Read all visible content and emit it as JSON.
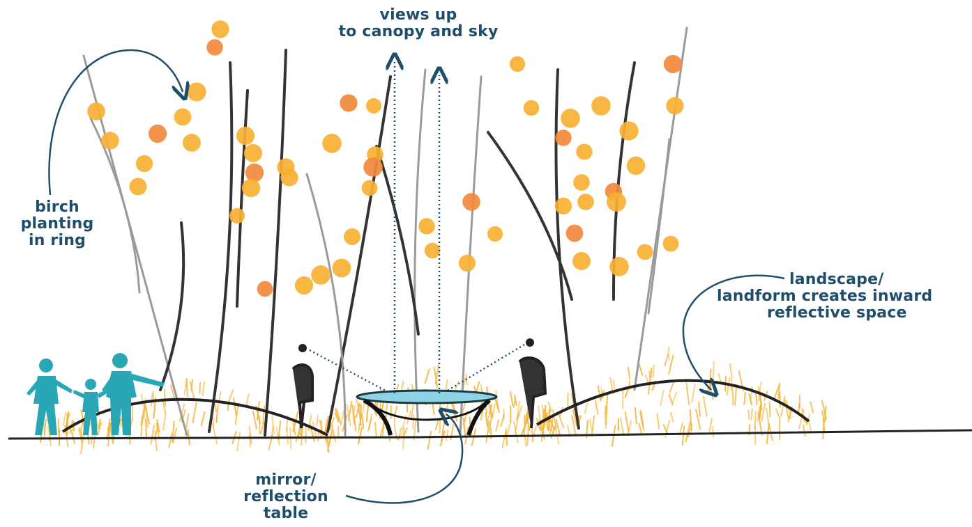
{
  "annotations": {
    "views": {
      "lines": [
        "views up",
        "to canopy and sky"
      ]
    },
    "birch": {
      "lines": [
        "birch",
        "planting",
        "in ring"
      ]
    },
    "landscape": {
      "lines": [
        "landscape/",
        "landform creates inward",
        "reflective space"
      ]
    },
    "mirror": {
      "lines": [
        "mirror/",
        "reflection",
        "table"
      ]
    }
  },
  "colors": {
    "annotation_text": "#1f4e6b",
    "leaf_yellow": "#f7b032",
    "leaf_orange": "#f28a3c",
    "grass": "#f5b43a",
    "trunk_light": "#9a9a9a",
    "trunk_dark": "#333333",
    "people": "#2aa7b4",
    "mirror": "#8fd4e6",
    "ground": "#222222"
  },
  "icons": {
    "people": "family-silhouette-icon",
    "seated": "seated-person-icon",
    "arrow": "view-arrow-icon"
  }
}
